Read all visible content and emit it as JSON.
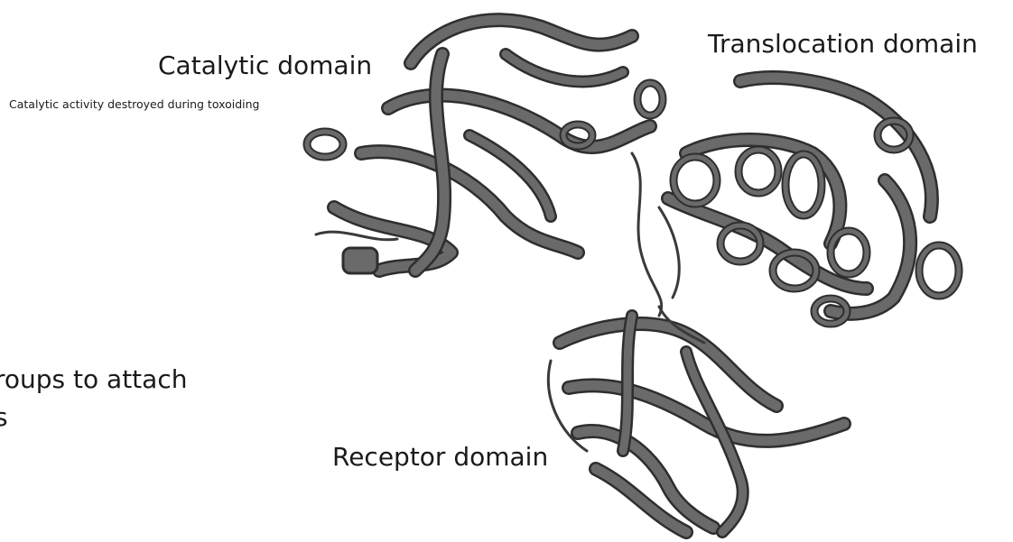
{
  "labels": {
    "catalytic": "Catalytic domain",
    "catalytic_note": "Catalytic activity destroyed during toxoiding",
    "translocation": "Translocation domain",
    "receptor": "Receptor domain",
    "clipped_line1": "roups to attach",
    "clipped_line2": "s"
  },
  "colors": {
    "ribbon": "#6a6a6a",
    "ribbon_edge": "#2e2e2e",
    "text": "#1a1a1a",
    "background": "#ffffff"
  }
}
